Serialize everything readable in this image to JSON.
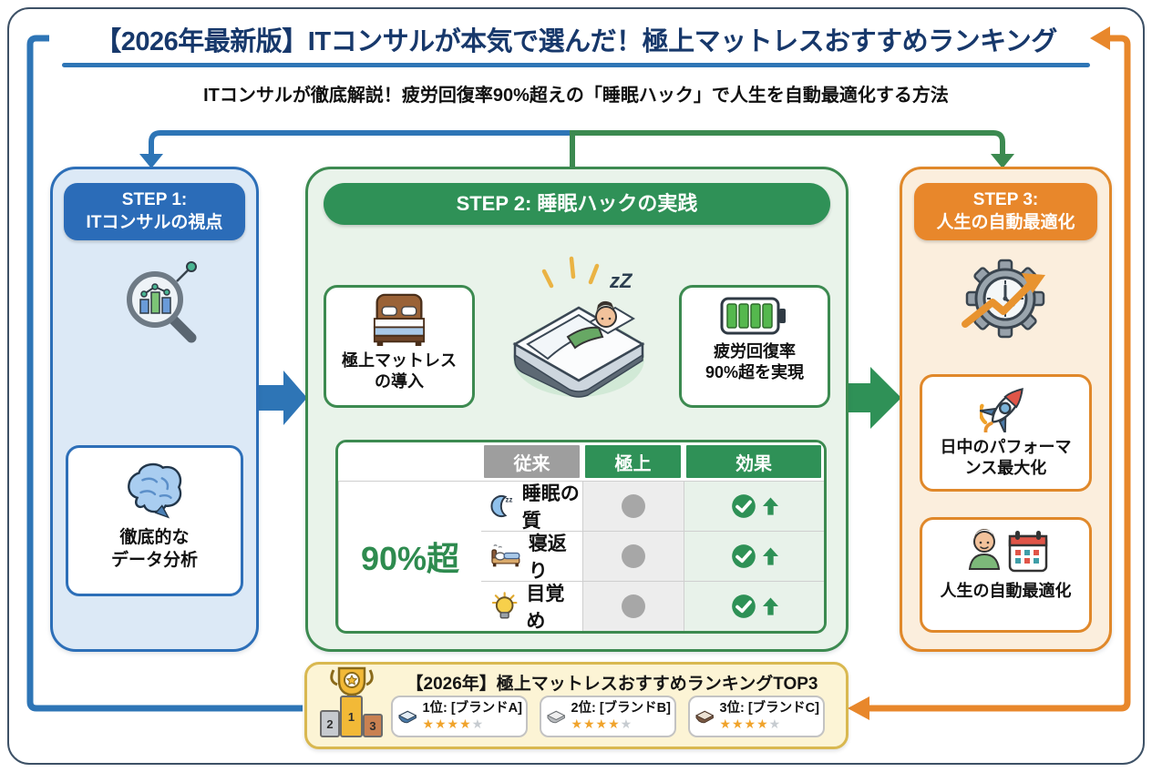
{
  "page_title": "【2026年最新版】ITコンサルが本気で選んだ！極上マットレスおすすめランキング",
  "subtitle": "ITコンサルが徹底解説！疲労回復率90%超えの「睡眠ハック」で人生を自動最適化する方法",
  "colors": {
    "blue": "#2e75b6",
    "green": "#2f9157",
    "orange": "#e8872b",
    "gold_border": "#d9b850",
    "navy_title": "#17386b",
    "star_orange": "#f0a32b",
    "table_gray_header": "#9e9e9e",
    "effect_green": "#2e8b4f"
  },
  "icons": {
    "zz_small": "zz"
  },
  "step1": {
    "header_line1": "STEP 1:",
    "header_line2": "ITコンサルの視点",
    "box_line1": "徹底的な",
    "box_line2": "データ分析"
  },
  "step2": {
    "header": "STEP 2: 睡眠ハックの実践",
    "zz": "zZ",
    "left_box": {
      "line1": "極上マットレス",
      "line2": "の導入"
    },
    "right_box": {
      "line1": "疲労回復率",
      "line2": "90%超を実現"
    },
    "table": {
      "col_conventional": "従来",
      "col_premium": "極上",
      "col_effect": "効果",
      "rows": [
        {
          "label": "睡眠の質"
        },
        {
          "label": "寝返り"
        },
        {
          "label": "目覚め"
        }
      ],
      "effect_value": "90%超"
    }
  },
  "step3": {
    "header_line1": "STEP 3:",
    "header_line2": "人生の自動最適化",
    "box1_line1": "日中のパフォーマ",
    "box1_line2": "ンス最大化",
    "box2_label": "人生の自動最適化"
  },
  "ranking": {
    "title": "【2026年】極上マットレスおすすめランキングTOP3",
    "podium": {
      "first": "1",
      "second": "2",
      "third": "3"
    },
    "items": [
      {
        "label": "1位: [ブランドA]",
        "stars_filled": "★★★★",
        "stars_empty": "★"
      },
      {
        "label": "2位: [ブランドB]",
        "stars_filled": "★★★★",
        "stars_empty": "★"
      },
      {
        "label": "3位: [ブランドC]",
        "stars_filled": "★★★★",
        "stars_empty": "★"
      }
    ]
  }
}
